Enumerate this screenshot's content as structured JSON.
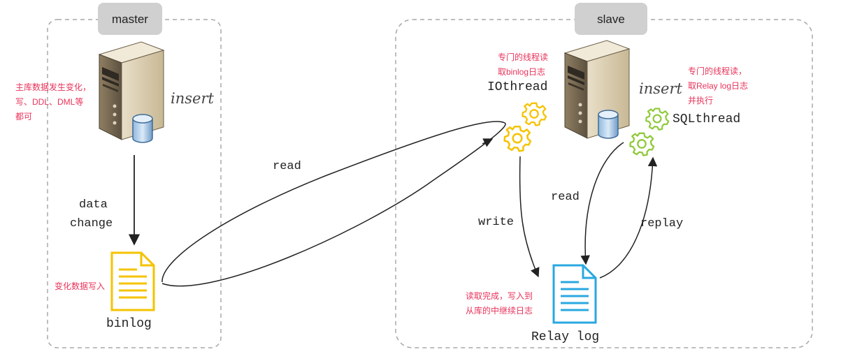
{
  "master": {
    "title": "master",
    "insert_label": "insert",
    "note_lines": [
      "主库数据发生变化，",
      "写、DDL、DML等",
      "都可"
    ],
    "data_change_lines": [
      "data",
      "change"
    ],
    "binlog_note": "变化数据写入",
    "binlog_label": "binlog"
  },
  "slave": {
    "title": "slave",
    "insert_label": "insert",
    "io_note_lines": [
      "专门的线程读",
      "取binlog日志"
    ],
    "io_thread_label": "IOthread",
    "sql_note_lines": [
      "专门的线程读，",
      "取Relay log日志",
      "并执行"
    ],
    "sql_thread_label": "SQLthread",
    "write_label": "write",
    "read_label": "read",
    "replay_label": "replay",
    "relay_note_lines": [
      "读取完成，写入到",
      "从库的中继续日志"
    ],
    "relay_log_label": "Relay log"
  },
  "flow": {
    "read_label": "read"
  },
  "colors": {
    "note_red": "#e8335a",
    "io_gear": "#f5c300",
    "sql_gear": "#8fc93a",
    "binlog_doc": "#f5c300",
    "relay_doc": "#29a8e0",
    "box_border": "#a8a8a8",
    "title_bg": "#d0d0d0"
  }
}
